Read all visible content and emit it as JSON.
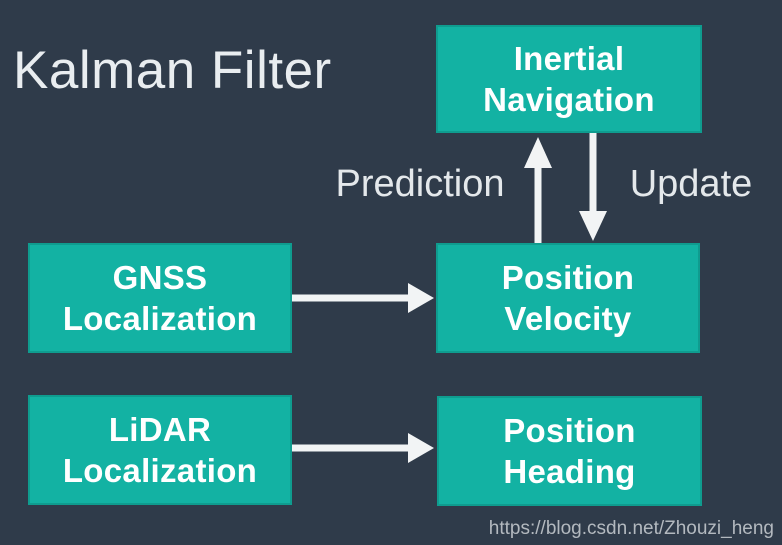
{
  "title": "Kalman Filter",
  "colors": {
    "background": "#2f3b4a",
    "box_fill": "#13b2a3",
    "box_border": "#0f9c8f",
    "box_text": "#ffffff",
    "title_text": "#e9edf0",
    "label_text": "#e4e8eb",
    "arrow": "#f2f4f5",
    "watermark_text": "#b3b9bf"
  },
  "nodes": {
    "inertial_navigation": {
      "line1": "Inertial",
      "line2": "Navigation"
    },
    "gnss_localization": {
      "line1": "GNSS",
      "line2": "Localization"
    },
    "position_velocity": {
      "line1": "Position",
      "line2": "Velocity"
    },
    "lidar_localization": {
      "line1": "LiDAR",
      "line2": "Localization"
    },
    "position_heading": {
      "line1": "Position",
      "line2": "Heading"
    }
  },
  "edges": {
    "prediction_label": "Prediction",
    "update_label": "Update",
    "connections": [
      {
        "from": "position_velocity",
        "to": "inertial_navigation",
        "label": "Prediction"
      },
      {
        "from": "inertial_navigation",
        "to": "position_velocity",
        "label": "Update"
      },
      {
        "from": "gnss_localization",
        "to": "position_velocity",
        "label": ""
      },
      {
        "from": "lidar_localization",
        "to": "position_heading",
        "label": ""
      }
    ]
  },
  "watermark": "https://blog.csdn.net/Zhouzi_heng"
}
